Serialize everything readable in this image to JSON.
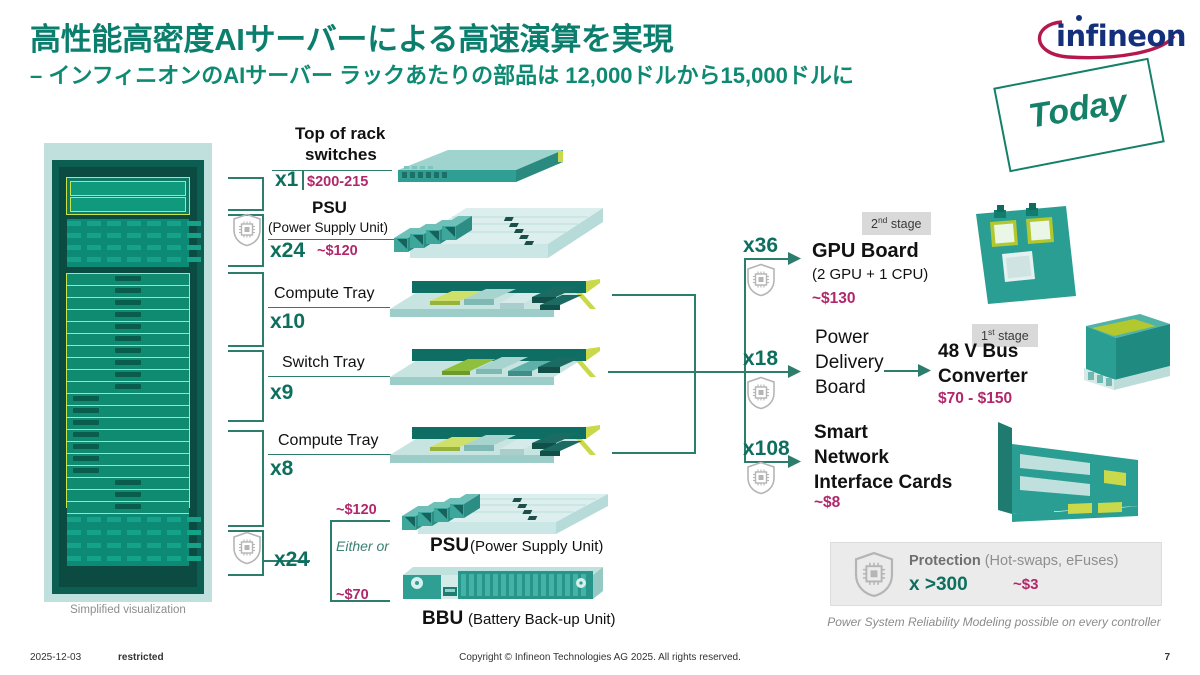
{
  "header": {
    "title": "高性能高密度AIサーバーによる高速演算を実現",
    "subtitle": "– インフィニオンのAIサーバー ラックあたりの部品は 12,000ドルから15,000ドルに",
    "logo_text": "infineon",
    "logo_color": "#14307a",
    "logo_swoosh_color": "#b4184c",
    "accent_color": "#0b7e6e"
  },
  "today_badge": {
    "label": "Today"
  },
  "rack": {
    "caption": "Simplified visualization"
  },
  "left_items": [
    {
      "name": "Top of rack switches",
      "name_line1": "Top of rack",
      "name_line2": "switches",
      "qty": "x1",
      "price": "$200-215"
    },
    {
      "name": "PSU",
      "sub": "(Power Supply Unit)",
      "qty": "x24",
      "price": "~$120"
    },
    {
      "name": "Compute Tray",
      "qty": "x10",
      "price": ""
    },
    {
      "name": "Switch Tray",
      "qty": "x9",
      "price": ""
    },
    {
      "name": "Compute Tray",
      "qty": "x8",
      "price": ""
    }
  ],
  "either_or": {
    "qty": "x24",
    "label": "Either or",
    "top_price": "~$120",
    "bottom_price": "~$70",
    "top_item_bold": "PSU",
    "top_item_sub": "(Power Supply Unit)",
    "bottom_item_bold": "BBU",
    "bottom_item_sub": "(Battery Back-up Unit)"
  },
  "right_items": [
    {
      "qty": "x36",
      "title": "GPU Board",
      "sub": "(2 GPU + 1 CPU)",
      "price": "~$130",
      "stage": "2nd stage",
      "stage_num": "2",
      "stage_ord": "nd",
      "stage_word": "stage"
    },
    {
      "qty": "x18",
      "title_line1": "Power",
      "title_line2": "Delivery",
      "title_line3": "Board",
      "arrow_target_line1": "48 V Bus",
      "arrow_target_line2": "Converter",
      "arrow_target_price": "$70 - $150",
      "stage": "1st stage",
      "stage_num": "1",
      "stage_ord": "st",
      "stage_word": "stage"
    },
    {
      "qty": "x108",
      "title_line1": "Smart",
      "title_line2": "Network",
      "title_line3": "Interface Cards",
      "price": "~$8"
    }
  ],
  "protection": {
    "title": "Protection",
    "title_suffix": " (Hot-swaps, eFuses)",
    "count": "x >300",
    "price": "~$3",
    "note": "Power System Reliability Modeling possible on every controller"
  },
  "footer": {
    "date": "2025-12-03",
    "classification": "restricted",
    "copyright": "Copyright © Infineon Technologies AG 2025. All rights reserved.",
    "page": "7"
  }
}
